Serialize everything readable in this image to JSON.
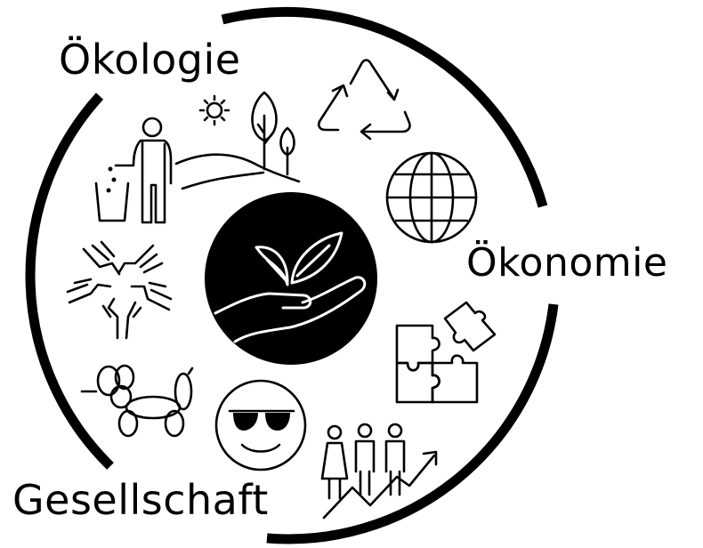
{
  "diagram": {
    "labels": {
      "ecology": "Ökologie",
      "economy": "Ökonomie",
      "society": "Gesellschaft"
    },
    "icons": [
      "sun-icon",
      "trees-landscape-icon",
      "person-recycling-bin-icon",
      "recycle-icon",
      "globe-icon",
      "hands-together-icon",
      "puzzle-icon",
      "balloon-dog-icon",
      "smiley-sunglasses-icon",
      "people-growth-icon",
      "hand-sprout-icon"
    ],
    "colors": {
      "ink": "#000000",
      "background": "#ffffff"
    }
  }
}
